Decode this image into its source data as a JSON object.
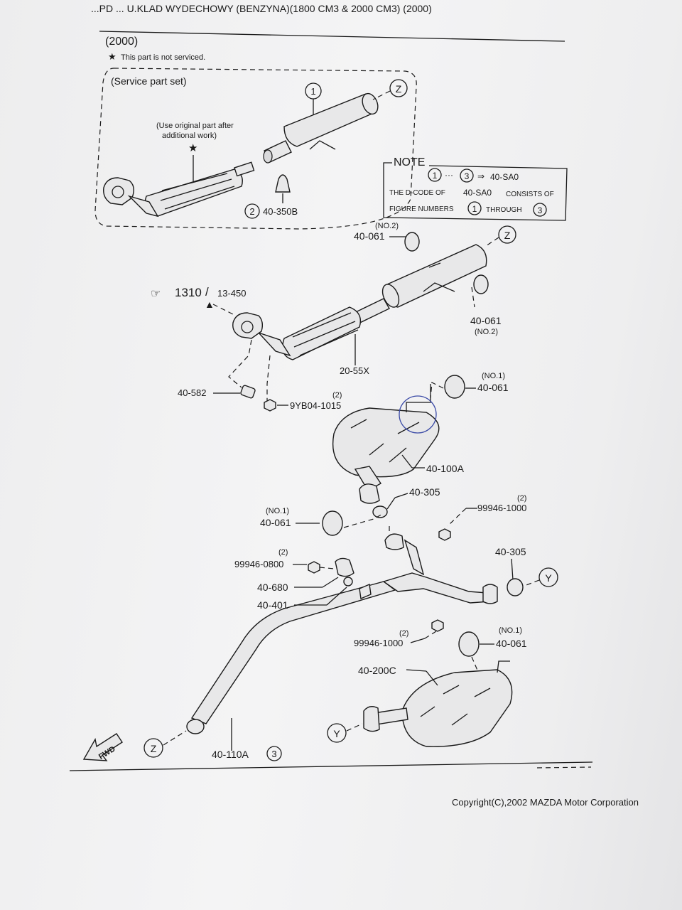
{
  "header": {
    "title_partial": "...PD ... U.KLAD WYDECHOWY (BENZYNA)(1800 CM3 & 2000 CM3) (2000)",
    "section": "(2000)",
    "not_serviced_note": "This part is not serviced."
  },
  "service_set": {
    "title": "(Service part set)",
    "original_note_line1": "(Use original part after",
    "original_note_line2": "additional work)",
    "item1": "1",
    "item2": "2",
    "item2_code": "40-350B",
    "z_label": "Z"
  },
  "note_box": {
    "title": "NOTE",
    "range_from": "1",
    "range_to": "3",
    "range_code": "40-SA0",
    "line2_a": "THE D-CODE OF",
    "line2_code": "40-SA0",
    "line2_b": "CONSISTS OF",
    "line3_a": "FIGURE NUMBERS",
    "line3_from": "1",
    "line3_b": "THROUGH",
    "line3_to": "3"
  },
  "callouts": {
    "c1310": "1310",
    "c13450": "13-450",
    "no2_a": "(NO.2)",
    "p40061_a": "40-061",
    "z_top": "Z",
    "p40061_b": "40-061",
    "no2_b": "(NO.2)",
    "p2055x": "20-55X",
    "p40582": "40-582",
    "qty_9yb": "(2)",
    "p9yb": "9YB04-1015",
    "no1_a": "(NO.1)",
    "p40061_c": "40-061",
    "p40100a": "40-100A",
    "p40305_a": "40-305",
    "no1_b": "(NO.1)",
    "p40061_d": "40-061",
    "qty_99946_1000_a": "(2)",
    "p99946_1000_a": "99946-1000",
    "qty_99946_0800": "(2)",
    "p99946_0800": "99946-0800",
    "p40680": "40-680",
    "p40401": "40-401",
    "p40305_b": "40-305",
    "y_right": "Y",
    "qty_99946_1000_b": "(2)",
    "p99946_1000_b": "99946-1000",
    "no1_c": "(NO.1)",
    "p40061_e": "40-061",
    "p40200c": "40-200C",
    "y_left": "Y",
    "z_bottom": "Z",
    "p40110a": "40-110A",
    "p40110a_ref": "3",
    "fwd": "FWD"
  },
  "footer": {
    "copyright": "Copyright(C),2002 MAZDA Motor Corporation"
  }
}
